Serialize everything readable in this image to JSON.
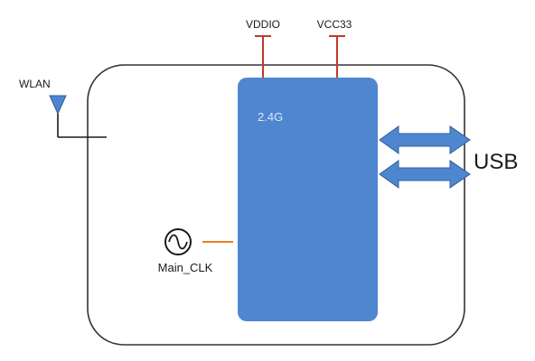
{
  "labels": {
    "vddio": "VDDIO",
    "vcc33": "VCC33",
    "wlan": "WLAN",
    "band": "2.4G",
    "usb": "USB",
    "clock": "Main_CLK"
  },
  "colors": {
    "outline": "#333333",
    "chip": "#4f86d0",
    "chip_text": "#dce8f7",
    "power": "#c0392b",
    "clock_line": "#e67e22",
    "antenna_fill": "#4f86d0",
    "arrow_fill": "#4f86d0",
    "arrow_stroke": "#2f5d9a"
  },
  "icons": {
    "antenna": "antenna-icon",
    "oscillator": "oscillator-icon"
  }
}
